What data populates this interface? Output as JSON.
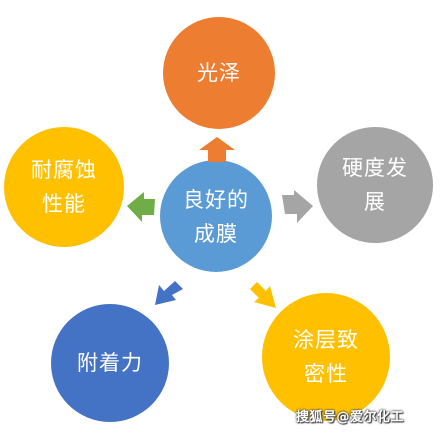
{
  "diagram": {
    "center": {
      "label": "良好的\n成膜",
      "color": "#5B9BD5"
    },
    "nodes": [
      {
        "id": "top",
        "label": "光泽",
        "color": "#ED7D31"
      },
      {
        "id": "right",
        "label": "硬度发\n展",
        "color": "#A5A5A5"
      },
      {
        "id": "bottom_right",
        "label": "涂层致\n密性",
        "color": "#FFC000"
      },
      {
        "id": "bottom_left",
        "label": "附着力",
        "color": "#4472C4"
      },
      {
        "id": "left",
        "label": "耐腐蚀\n性能",
        "color": "#FFC000"
      }
    ],
    "arrows": [
      {
        "to": "top",
        "color": "#ED7D31"
      },
      {
        "to": "right",
        "color": "#A5A5A5"
      },
      {
        "to": "bottom_right",
        "color": "#FFC000"
      },
      {
        "to": "bottom_left",
        "color": "#4472C4"
      },
      {
        "to": "left",
        "color": "#70AD47"
      }
    ]
  },
  "watermark": "搜狐号@爱尔化工"
}
